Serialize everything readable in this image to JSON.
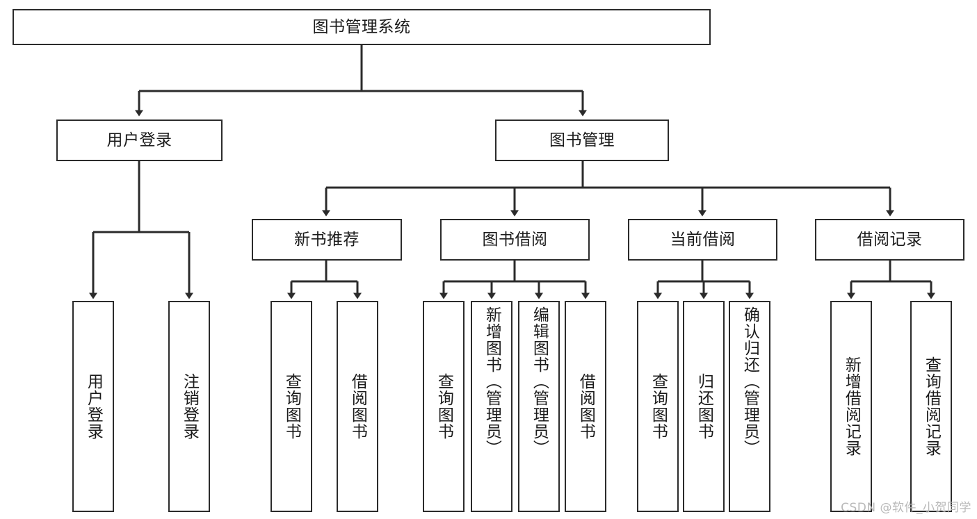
{
  "diagram": {
    "title": "图书管理系统",
    "type": "hierarchy-tree",
    "root": {
      "label": "图书管理系统"
    },
    "level2": [
      {
        "label": "用户登录"
      },
      {
        "label": "图书管理"
      }
    ],
    "level3": [
      {
        "label": "新书推荐"
      },
      {
        "label": "图书借阅"
      },
      {
        "label": "当前借阅"
      },
      {
        "label": "借阅记录"
      }
    ],
    "leaves": {
      "user_login": [
        {
          "label": "用户登录"
        },
        {
          "label": "注销登录"
        }
      ],
      "new_book_recommend": [
        {
          "label": "查询图书"
        },
        {
          "label": "借阅图书"
        }
      ],
      "book_borrow": [
        {
          "label": "查询图书"
        },
        {
          "label": "新增图书（管理员）"
        },
        {
          "label": "编辑图书（管理员）"
        },
        {
          "label": "借阅图书"
        }
      ],
      "current_borrow": [
        {
          "label": "查询图书"
        },
        {
          "label": "归还图书"
        },
        {
          "label": "确认归还（管理员）"
        }
      ],
      "borrow_record": [
        {
          "label": "新增借阅记录"
        },
        {
          "label": "查询借阅记录"
        }
      ]
    }
  },
  "watermark": {
    "text": "CSDN @软件_小贺同学"
  },
  "colors": {
    "stroke": "#2b2b2b",
    "background": "#ffffff",
    "text": "#1b1b1b",
    "watermark": "#b9b9b9"
  }
}
